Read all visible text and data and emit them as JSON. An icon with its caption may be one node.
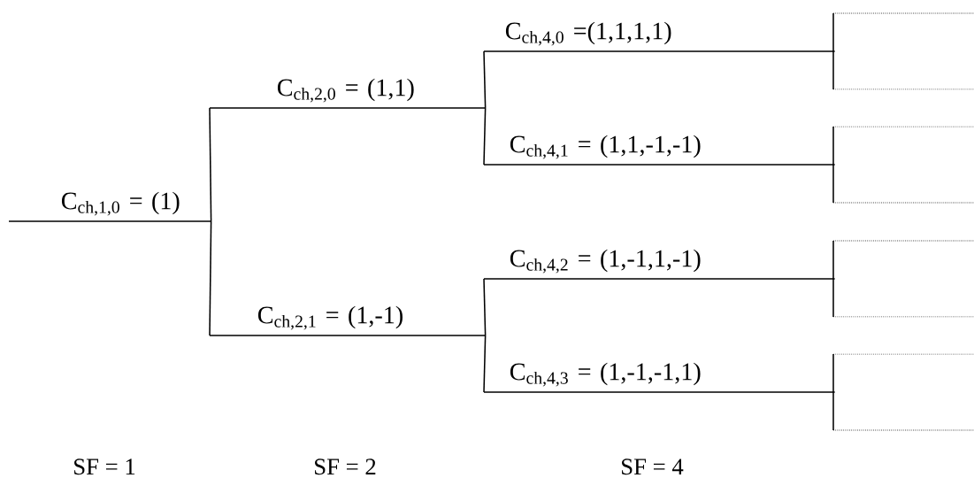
{
  "diagram": {
    "nodes": [
      {
        "text": [
          "C$_{ch,1,0}$ = (1)"
        ]
      },
      {
        "text": [
          "C$_{ch,2,0}$ = (1,1)"
        ]
      },
      {
        "text": [
          "C$_{ch,2,1}$ = (1,-1)"
        ]
      },
      {
        "text": [
          "C$_{ch,4,0}$ =(1,1,1,1)"
        ]
      },
      {
        "text": [
          "C$_{ch,4,1}$ = (1,1,-1,-1)"
        ]
      },
      {
        "text": [
          "C$_{ch,4,2}$ = (1,-1,1,-1)"
        ]
      },
      {
        "text": [
          "C$_{ch,4,3}$ = (1,-1,-1,1)"
        ]
      }
    ],
    "edges": [
      {
        "from": 0,
        "to": 1,
        "arrow": "none"
      },
      {
        "from": 0,
        "to": 2,
        "arrow": "none"
      },
      {
        "from": 1,
        "to": 3,
        "arrow": "none"
      },
      {
        "from": 1,
        "to": 4,
        "arrow": "none"
      },
      {
        "from": 2,
        "to": 5,
        "arrow": "none"
      },
      {
        "from": 2,
        "to": 6,
        "arrow": "none"
      }
    ],
    "labels": [
      "SF = 1",
      "SF = 2",
      "SF = 4"
    ]
  }
}
